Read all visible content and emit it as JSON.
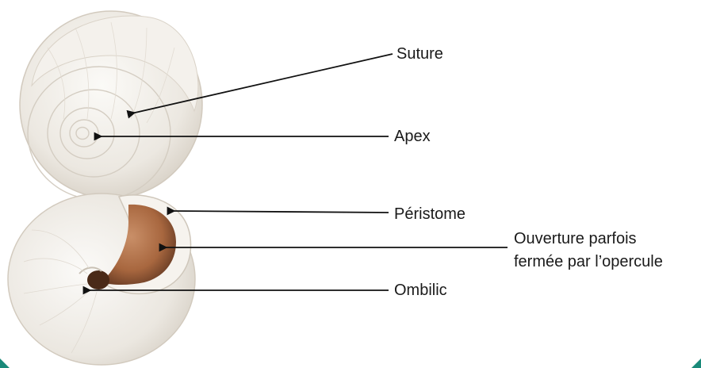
{
  "labels": {
    "suture": "Suture",
    "apex": "Apex",
    "peristome": "Péristome",
    "ouverture_line1": "Ouverture parfois",
    "ouverture_line2": "fermée par l’opercule",
    "ombilic": "Ombilic"
  },
  "colors": {
    "shell": "#ece8e2",
    "shell_shadow": "#cfc8be",
    "aperture": "#9a5a3a",
    "leader": "#111111",
    "accent": "#1a8a7a"
  },
  "icons": {
    "pointer": "arrow-head"
  }
}
